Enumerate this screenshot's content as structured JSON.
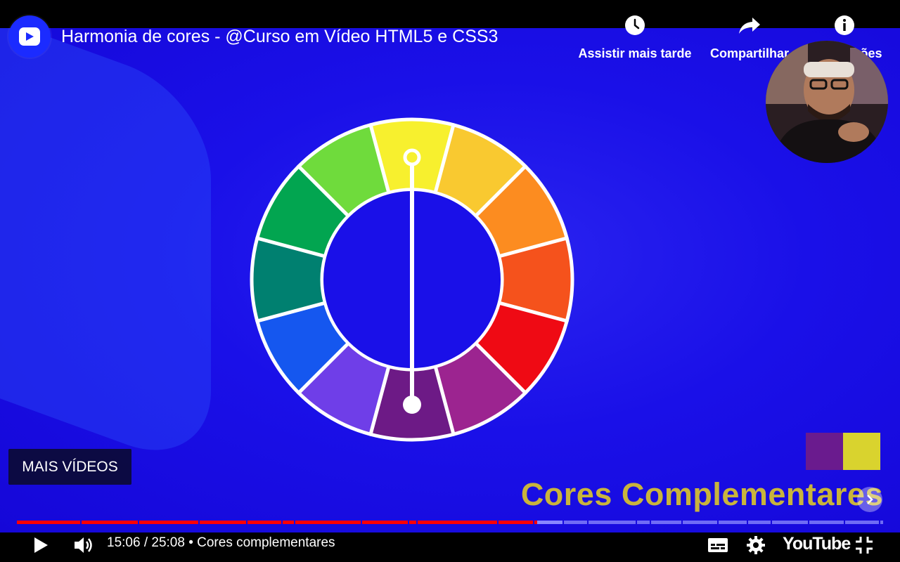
{
  "header": {
    "title": "Harmonia de cores - @Curso em Vídeo HTML5 e CSS3",
    "channel_icon": "channel-play-logo-icon"
  },
  "top_actions": [
    {
      "label": "Assistir mais tarde",
      "icon": "clock-icon"
    },
    {
      "label": "Compartilhar",
      "icon": "share-arrow-icon"
    },
    {
      "label": "Informações",
      "icon": "info-icon"
    }
  ],
  "video": {
    "caption": "Cores Complementares",
    "swatch_colors": [
      "#6a1b8e",
      "#d9d32e"
    ],
    "wheel_colors": [
      "#f7f02e",
      "#f9c930",
      "#fc8c20",
      "#f5521c",
      "#ef0a14",
      "#9c2490",
      "#6d1a86",
      "#6f3ee8",
      "#1557ef",
      "#008070",
      "#02a550",
      "#6fdb3c"
    ],
    "accent": "#1a10e8"
  },
  "more_videos": {
    "label": "MAIS VÍDEOS"
  },
  "controls": {
    "time": "15:06 / 25:08 • Cores complementares",
    "progress_fraction": 0.601,
    "youtube_label": "YouTube",
    "icons": [
      "play-icon",
      "volume-icon",
      "subtitles-icon",
      "settings-gear-icon",
      "exit-fullscreen-icon"
    ]
  },
  "colors": {
    "played": "#ff0000",
    "buffered": "#8888ff"
  }
}
